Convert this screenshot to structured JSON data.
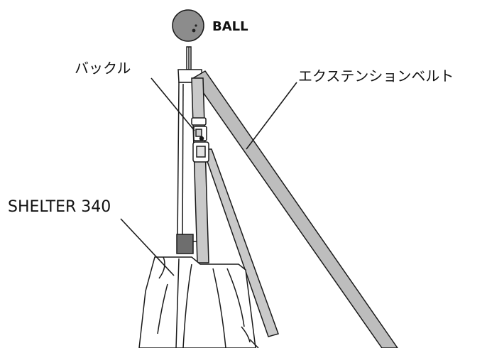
{
  "labels": {
    "ball": "BALL",
    "buckle": "バックル",
    "extension_belt": "エクステンションベルト",
    "shelter": "SHELTER 340"
  },
  "colors": {
    "line": "#1a1a1a",
    "belt_fill": "#bdbdbd",
    "ball_fill": "#8c8c8c",
    "pole_band": "#6e6e6e",
    "background": "#ffffff"
  }
}
